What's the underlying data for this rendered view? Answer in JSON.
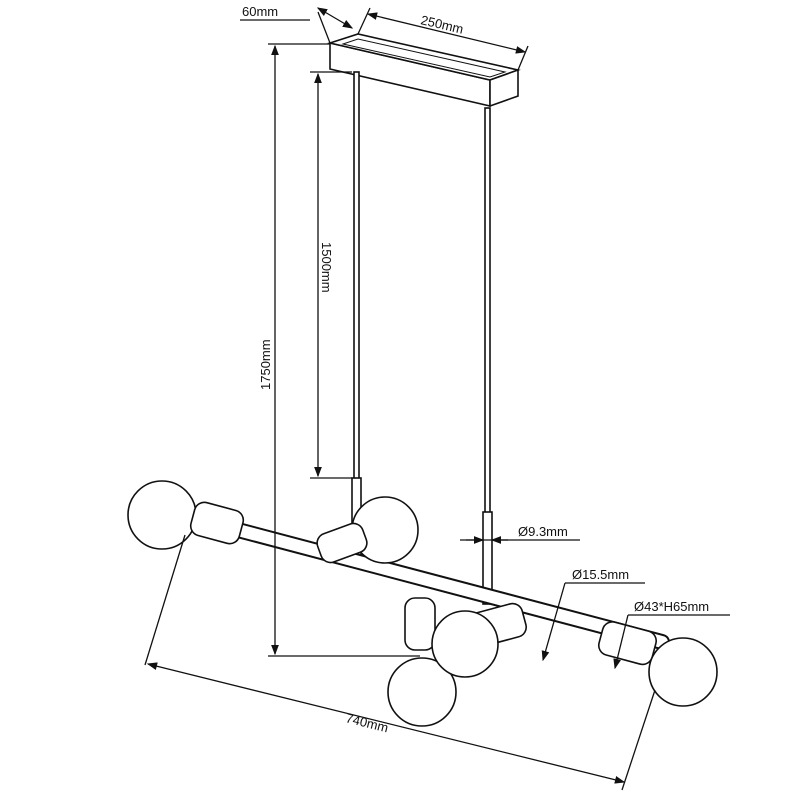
{
  "dimensions": {
    "canopy_depth": "60mm",
    "canopy_length": "250mm",
    "cable_length": "1500mm",
    "total_height": "1750mm",
    "cable_diameter": "Ø9.3mm",
    "bar_diameter": "Ø15.5mm",
    "socket_size": "Ø43*H65mm",
    "total_width": "740mm"
  },
  "colors": {
    "line": "#111111",
    "background": "#ffffff"
  }
}
